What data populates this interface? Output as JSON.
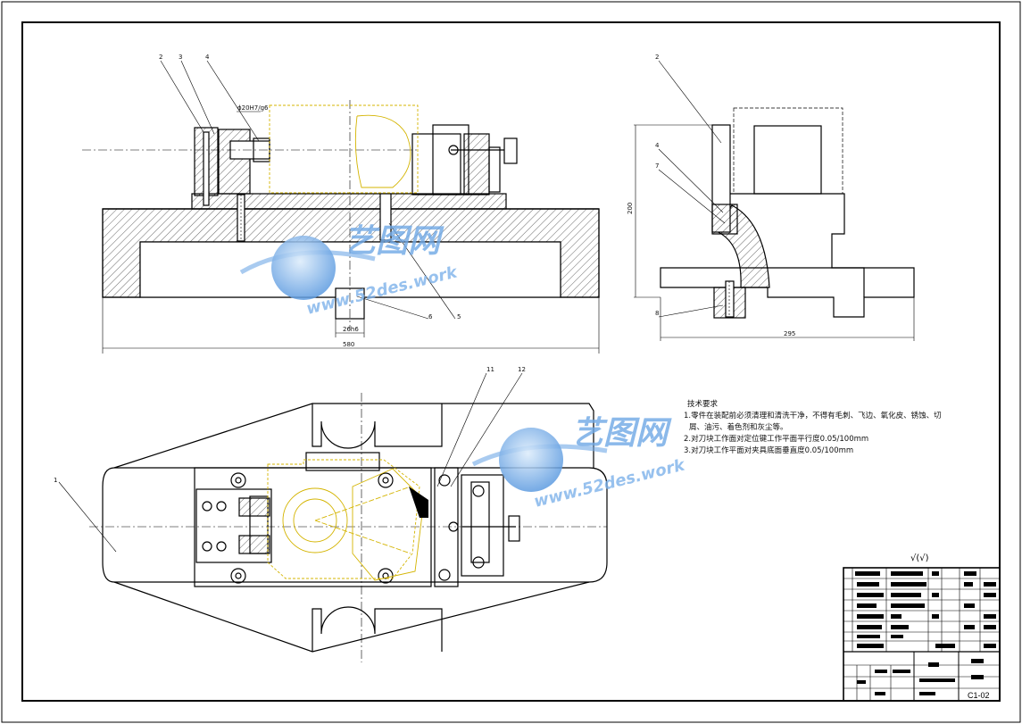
{
  "dimensions": {
    "front_overall_width": "580",
    "front_slot_width": "26h6",
    "side_overall_width": "295",
    "side_height": "200",
    "fit_note": "ϕ20H7/g6"
  },
  "part_labels": {
    "front": [
      "2",
      "3",
      "4",
      "6",
      "5"
    ],
    "side": [
      "2",
      "4",
      "7",
      "8"
    ],
    "plan": [
      "1",
      "11",
      "12"
    ]
  },
  "technical_requirements": {
    "title": "技术要求",
    "lines": [
      "1.零件在装配前必须清理和清洗干净，不得有毛刺、飞边、氧化皮、锈蚀、切",
      "屑、油污、着色剂和灰尘等。",
      "2.对刀块工作面对定位键工作平面平行度0.05/100mm",
      "3.对刀块工作平面对夹具底面垂直度0.05/100mm"
    ]
  },
  "roughness_note": "√(√)",
  "title_block": {
    "drawing_no": "C1-02"
  },
  "watermark": {
    "brand": "艺图网",
    "url": "www.52des.work"
  },
  "colors": {
    "line": "#000000",
    "workpiece": "#d4b400",
    "watermark": "#6fa8e6"
  }
}
